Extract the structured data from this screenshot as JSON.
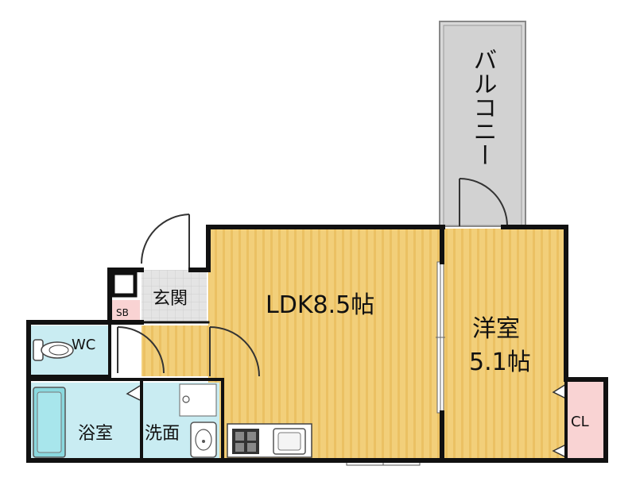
{
  "rooms": {
    "balcony": "バルコニー",
    "entrance": "玄関",
    "ldk": "LDK8.5帖",
    "western_room_name": "洋室",
    "western_room_size": "5.1帖",
    "wc": "WC",
    "bath": "浴室",
    "washroom": "洗面",
    "shoebox": "SB",
    "closet": "CL"
  },
  "colors": {
    "wall": "#111111",
    "floor_wood": "#f2cf7a",
    "floor_wood_stripe": "#e8bf62",
    "wet_area": "#c9ecf2",
    "entrance_tile": "#e2e2e2",
    "balcony": "#d6d6d6",
    "closet": "#f9d3d3",
    "shoebox": "#f9d3d3"
  }
}
